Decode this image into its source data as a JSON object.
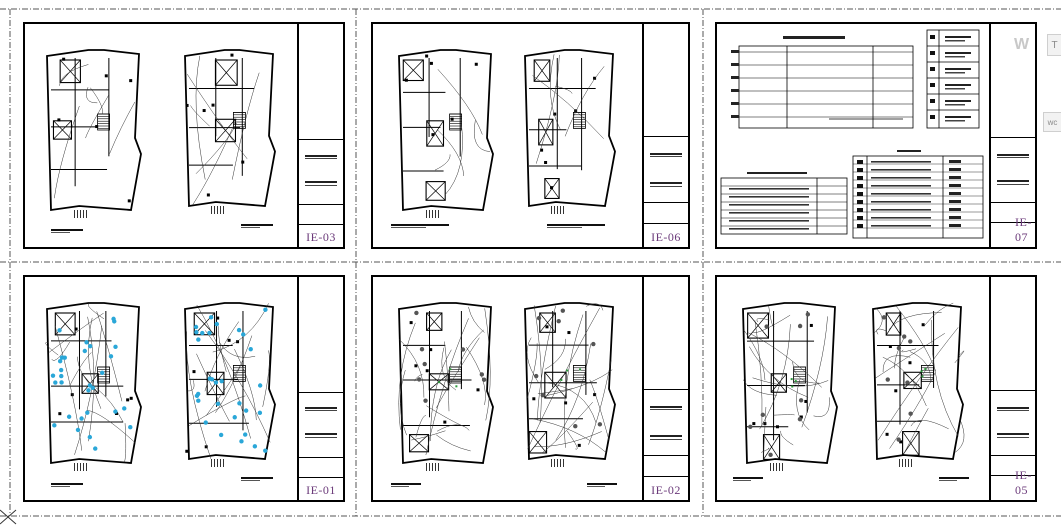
{
  "sheets": [
    {
      "id": "ie03",
      "code": "IE-03",
      "kind": "floor-plans"
    },
    {
      "id": "ie06",
      "code": "IE-06",
      "kind": "floor-plans"
    },
    {
      "id": "ie07",
      "code": "IE-07",
      "kind": "diagram-legend"
    },
    {
      "id": "ie01",
      "code": "IE-01",
      "kind": "floor-plans"
    },
    {
      "id": "ie02",
      "code": "IE-02",
      "kind": "floor-plans"
    },
    {
      "id": "ie05",
      "code": "IE-05",
      "kind": "floor-plans"
    }
  ],
  "side_panel": {
    "top_button": "T",
    "bottom_button": "wc",
    "watermark": "W"
  },
  "colors": {
    "line": "#000000",
    "sheet_code": "#6b3a7a",
    "fixture_cyan": "#2aa7d8",
    "circuit": "#333333",
    "accent_green": "#2c9a3c"
  },
  "icons": [
    "crosshair-cursor-icon"
  ]
}
